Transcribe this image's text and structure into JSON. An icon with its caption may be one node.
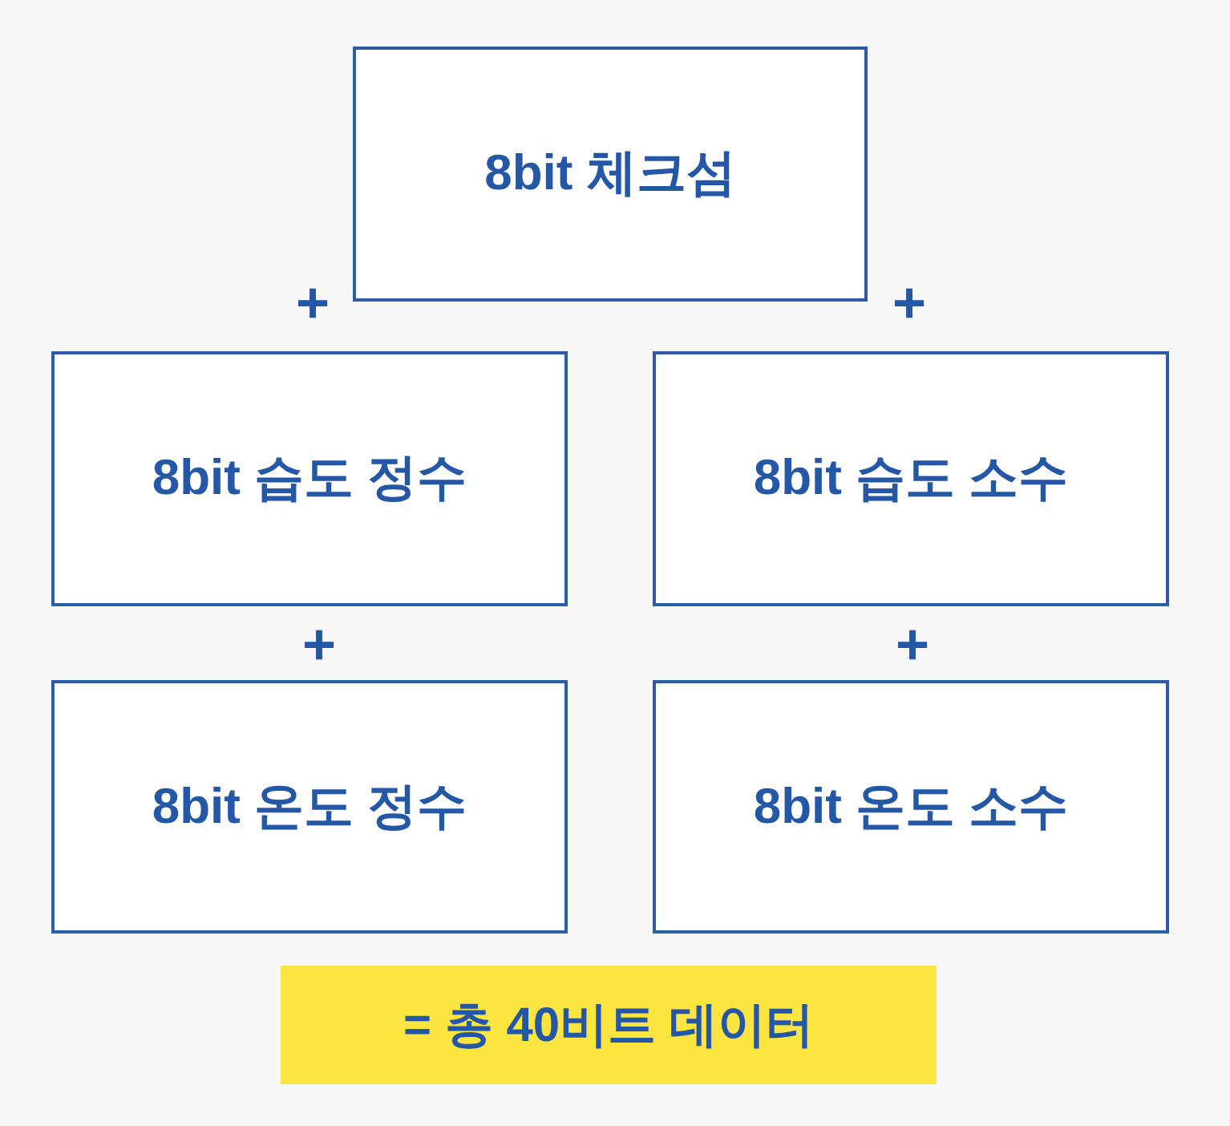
{
  "diagram": {
    "nodes": [
      {
        "text": [
          "8bit 체크섬"
        ]
      },
      {
        "text": [
          "8bit 습도 정수"
        ]
      },
      {
        "text": [
          "8bit 습도 소수"
        ]
      },
      {
        "text": [
          "8bit 온도 정수"
        ]
      },
      {
        "text": [
          "8bit 온도 소수"
        ]
      },
      {
        "text": [
          "= 총 40비트 데이터"
        ]
      }
    ],
    "labels": [
      "+",
      "+",
      "+",
      "+"
    ]
  }
}
